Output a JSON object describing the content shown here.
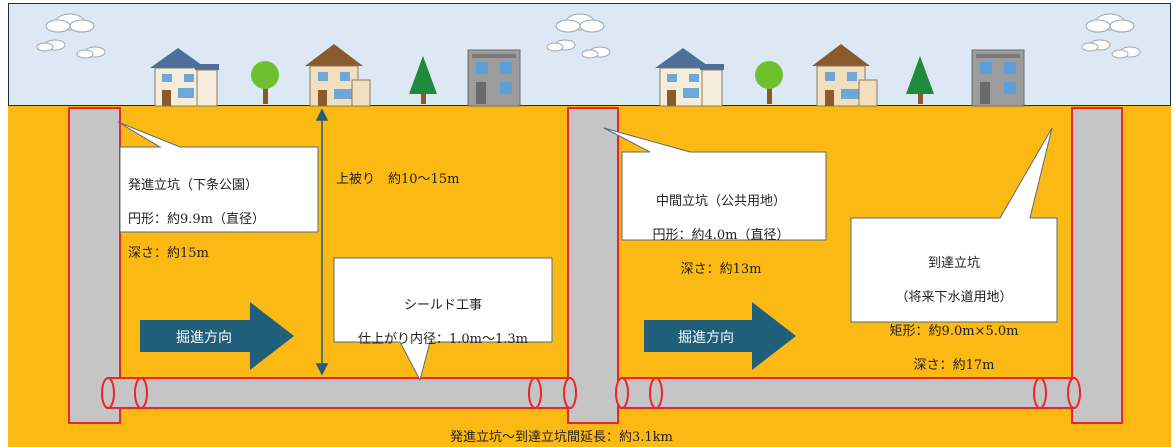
{
  "diagram": {
    "start_shaft": {
      "name": "発進立坑（下条公園）",
      "shape": "円形：約9.9m（直径）",
      "depth": "深さ：約15m"
    },
    "cover_depth": "上被り　約10～15m",
    "middle_shaft": {
      "name": "中間立坑（公共用地）",
      "shape": "円形：約4.0m（直径）",
      "depth": "深さ：約13m"
    },
    "arrival_shaft": {
      "name": "到達立坑",
      "note": "（将来下水道用地）",
      "shape": "矩形：約9.0m×5.0m",
      "depth": "深さ：約17m"
    },
    "shield": {
      "title": "シールド工事",
      "diameter": "仕上がり内径：1.0m～1.3m"
    },
    "direction_label": "掘進方向",
    "direction_label_2": "掘進方向",
    "total_length": "発進立坑～到達立坑間延長：約3.1km"
  },
  "colors": {
    "sky": "#dce9f5",
    "ground": "#fdb913",
    "shaft_outline": "#e8262b",
    "arrow": "#1f5f7a",
    "pipe": "#c5c5c5"
  }
}
